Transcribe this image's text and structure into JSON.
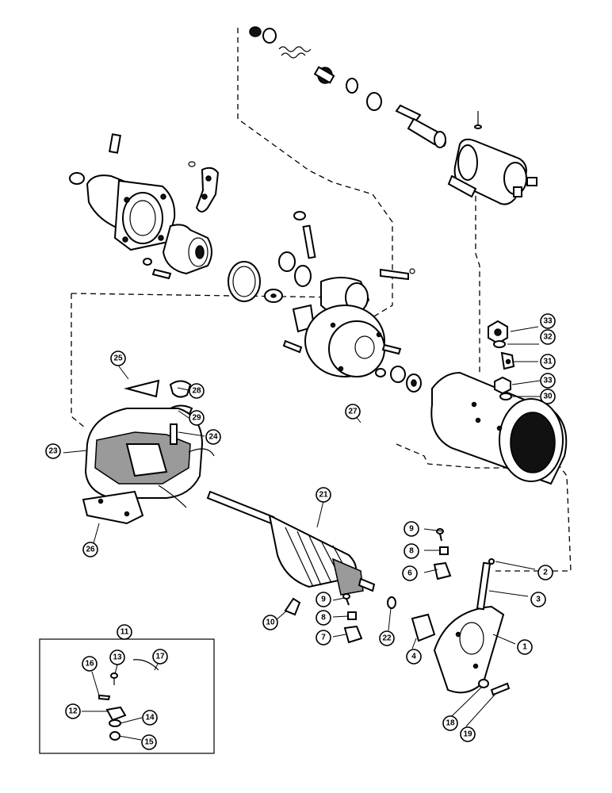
{
  "callouts": [
    {
      "id": "c1",
      "label": "1"
    },
    {
      "id": "c2",
      "label": "2"
    },
    {
      "id": "c3",
      "label": "3"
    },
    {
      "id": "c4",
      "label": "4"
    },
    {
      "id": "c6",
      "label": "6"
    },
    {
      "id": "c7",
      "label": "7"
    },
    {
      "id": "c8a",
      "label": "8"
    },
    {
      "id": "c8b",
      "label": "8"
    },
    {
      "id": "c9a",
      "label": "9"
    },
    {
      "id": "c9b",
      "label": "9"
    },
    {
      "id": "c10",
      "label": "10"
    },
    {
      "id": "c11",
      "label": "11"
    },
    {
      "id": "c12",
      "label": "12"
    },
    {
      "id": "c13",
      "label": "13"
    },
    {
      "id": "c14",
      "label": "14"
    },
    {
      "id": "c15",
      "label": "15"
    },
    {
      "id": "c16",
      "label": "16"
    },
    {
      "id": "c17",
      "label": "17"
    },
    {
      "id": "c18",
      "label": "18"
    },
    {
      "id": "c19",
      "label": "19"
    },
    {
      "id": "c21",
      "label": "21"
    },
    {
      "id": "c22",
      "label": "22"
    },
    {
      "id": "c23",
      "label": "23"
    },
    {
      "id": "c24",
      "label": "24"
    },
    {
      "id": "c25",
      "label": "25"
    },
    {
      "id": "c26",
      "label": "26"
    },
    {
      "id": "c27",
      "label": "27"
    },
    {
      "id": "c28",
      "label": "28"
    },
    {
      "id": "c29",
      "label": "29"
    },
    {
      "id": "c30",
      "label": "30"
    },
    {
      "id": "c31",
      "label": "31"
    },
    {
      "id": "c32",
      "label": "32"
    },
    {
      "id": "c33a",
      "label": "33"
    },
    {
      "id": "c33b",
      "label": "33"
    }
  ]
}
